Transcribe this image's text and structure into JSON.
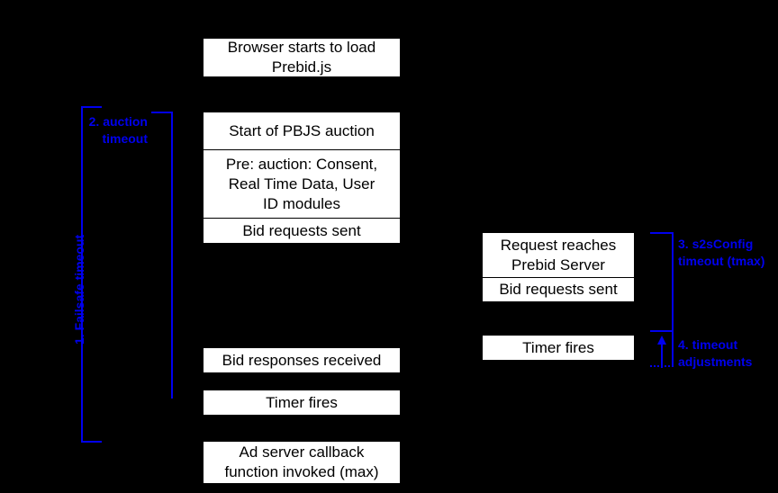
{
  "diagram": {
    "title_visible": false,
    "background_color": "#000000",
    "box_fill": "#ffffff",
    "box_text_color": "#000000",
    "annotation_color": "#0000ee"
  },
  "client_column": {
    "boxes": [
      {
        "id": "browser-load",
        "label": "Browser starts to load\nPrebid.js"
      },
      {
        "id": "auction-start",
        "label": "Start of PBJS auction"
      },
      {
        "id": "pre-auction",
        "label": "Pre: auction: Consent,\nReal Time Data, User\nID modules"
      },
      {
        "id": "bid-requests-sent",
        "label": "Bid requests sent"
      },
      {
        "id": "bid-responses-received",
        "label": "Bid responses received"
      },
      {
        "id": "timer-fires-client",
        "label": "Timer fires"
      },
      {
        "id": "ad-server-callback",
        "label": "Ad server callback\nfunction invoked (max)"
      }
    ]
  },
  "server_column": {
    "boxes": [
      {
        "id": "request-reaches-server",
        "label": "Request reaches\nPrebid Server"
      },
      {
        "id": "server-bid-requests-sent",
        "label": "Bid requests sent"
      },
      {
        "id": "timer-fires-server",
        "label": "Timer fires"
      }
    ]
  },
  "annotations": [
    {
      "id": "failsafe-timeout",
      "number": "1",
      "label": "1. Failsafe timeout",
      "orientation": "vertical"
    },
    {
      "id": "auction-timeout",
      "number": "2",
      "label": "2. auction\ntimeout",
      "orientation": "horizontal"
    },
    {
      "id": "s2sconfig-timeout",
      "number": "3",
      "label": "3. s2sConfig\ntimeout (tmax)",
      "orientation": "horizontal"
    },
    {
      "id": "timeout-adjustments",
      "number": "4",
      "label": "4. timeout\nadjustments",
      "orientation": "horizontal"
    }
  ]
}
